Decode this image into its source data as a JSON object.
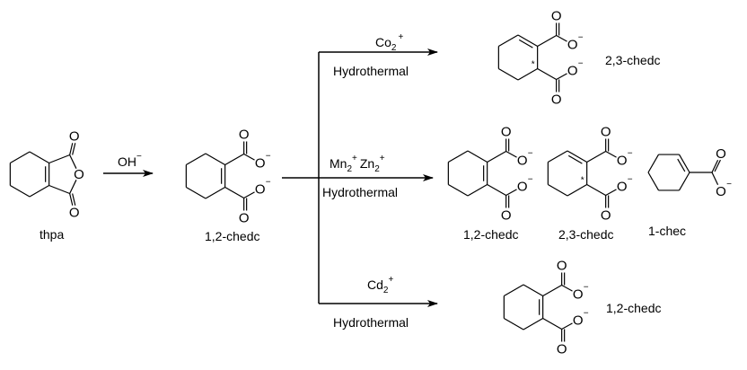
{
  "colors": {
    "ink": "#000000",
    "background": "#ffffff"
  },
  "atoms": {
    "oxygen": "O",
    "minus": "−",
    "star": "*"
  },
  "compounds": {
    "start": "thpa",
    "intermediate": "1,2-chedc",
    "top_product": "2,3-chedc",
    "middle_products": [
      "1,2-chedc",
      "2,3-chedc",
      "1-chec"
    ],
    "bottom_product": "1,2-chedc"
  },
  "reagents": {
    "base": {
      "text": "OH",
      "charge": "−"
    },
    "top": {
      "metal": "Co",
      "sub": "2",
      "charge": "+",
      "condition": "Hydrothermal"
    },
    "middle": {
      "metal1": "Mn",
      "sub1": "2",
      "charge1": "+",
      "metal2": "Zn",
      "sub2": "2",
      "charge2": "+",
      "condition": "Hydrothermal"
    },
    "bottom": {
      "metal": "Cd",
      "sub": "2",
      "charge": "+",
      "condition": "Hydrothermal"
    }
  }
}
